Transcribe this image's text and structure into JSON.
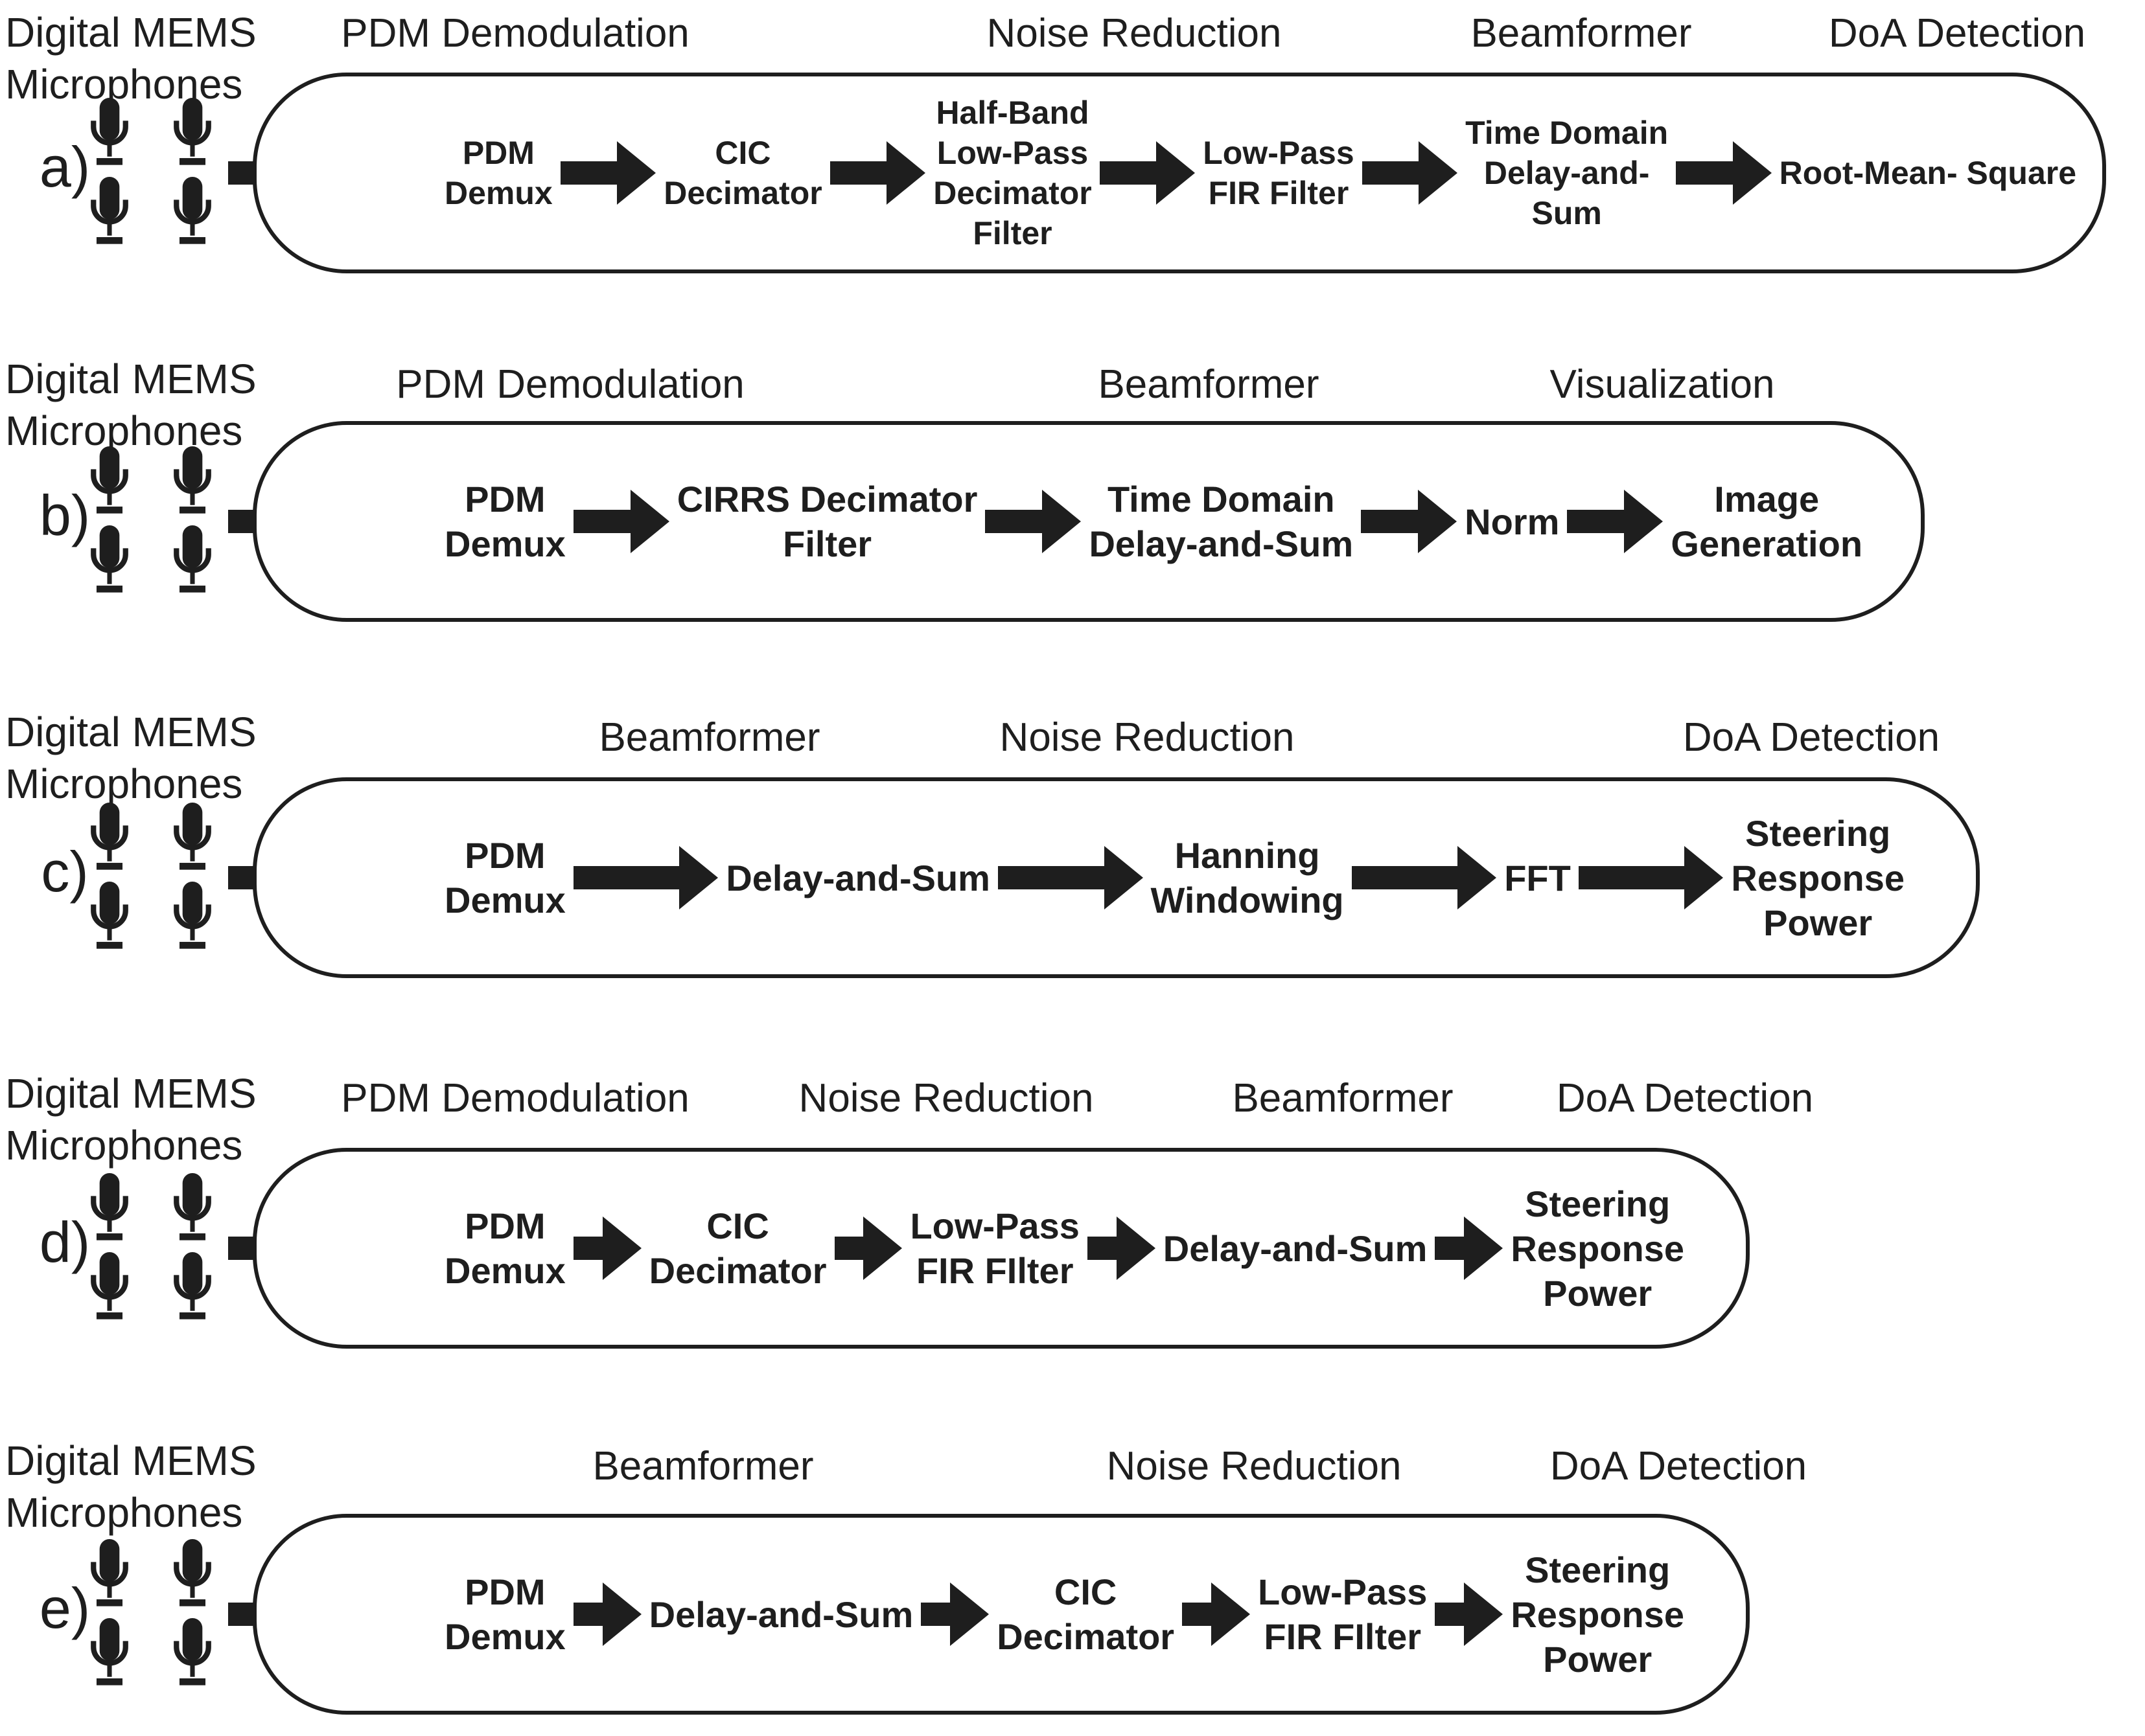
{
  "colors": {
    "ink": "#1e1e1e",
    "background": "#ffffff"
  },
  "mic_label_lines": [
    "Digital MEMS",
    "Microphones"
  ],
  "rows": [
    {
      "letter_label": "a)",
      "headers": [
        {
          "label": "PDM Demodulation"
        },
        {
          "label": "Noise Reduction"
        },
        {
          "label": "Beamformer"
        },
        {
          "label": "DoA Detection"
        }
      ],
      "blocks": [
        {
          "lines": [
            "PDM",
            "Demux"
          ]
        },
        {
          "lines": [
            "CIC",
            "Decimator"
          ]
        },
        {
          "lines": [
            "Half-Band",
            "Low-Pass",
            "Decimator",
            "Filter"
          ]
        },
        {
          "lines": [
            "Low-Pass",
            "FIR Filter"
          ]
        },
        {
          "lines": [
            "Time Domain",
            "Delay-and-",
            "Sum"
          ]
        },
        {
          "lines": [
            "Root-Mean- Square"
          ]
        }
      ]
    },
    {
      "letter_label": "b)",
      "headers": [
        {
          "label": "PDM Demodulation"
        },
        {
          "label": "Beamformer"
        },
        {
          "label": "Visualization"
        }
      ],
      "blocks": [
        {
          "lines": [
            "PDM",
            "Demux"
          ]
        },
        {
          "lines": [
            "CIRRS Decimator",
            "Filter"
          ]
        },
        {
          "lines": [
            "Time Domain",
            "Delay-and-Sum"
          ]
        },
        {
          "lines": [
            "Norm"
          ]
        },
        {
          "lines": [
            "Image",
            "Generation"
          ]
        }
      ]
    },
    {
      "letter_label": "c)",
      "headers": [
        {
          "label": "Beamformer"
        },
        {
          "label": "Noise Reduction"
        },
        {
          "label": "DoA Detection"
        }
      ],
      "blocks": [
        {
          "lines": [
            "PDM",
            "Demux"
          ]
        },
        {
          "lines": [
            "Delay-and-Sum"
          ]
        },
        {
          "lines": [
            "Hanning",
            "Windowing"
          ]
        },
        {
          "lines": [
            "FFT"
          ]
        },
        {
          "lines": [
            "Steering",
            "Response",
            "Power"
          ]
        }
      ]
    },
    {
      "letter_label": "d)",
      "headers": [
        {
          "label": "PDM Demodulation"
        },
        {
          "label": "Noise Reduction"
        },
        {
          "label": "Beamformer"
        },
        {
          "label": "DoA Detection"
        }
      ],
      "blocks": [
        {
          "lines": [
            "PDM",
            "Demux"
          ]
        },
        {
          "lines": [
            "CIC",
            "Decimator"
          ]
        },
        {
          "lines": [
            "Low-Pass",
            "FIR FIlter"
          ]
        },
        {
          "lines": [
            "Delay-and-Sum"
          ]
        },
        {
          "lines": [
            "Steering",
            "Response",
            "Power"
          ]
        }
      ]
    },
    {
      "letter_label": "e)",
      "headers": [
        {
          "label": "Beamformer"
        },
        {
          "label": "Noise Reduction"
        },
        {
          "label": "DoA Detection"
        }
      ],
      "blocks": [
        {
          "lines": [
            "PDM",
            "Demux"
          ]
        },
        {
          "lines": [
            "Delay-and-Sum"
          ]
        },
        {
          "lines": [
            "CIC",
            "Decimator"
          ]
        },
        {
          "lines": [
            "Low-Pass",
            "FIR FIlter"
          ]
        },
        {
          "lines": [
            "Steering",
            "Response",
            "Power"
          ]
        }
      ]
    }
  ]
}
